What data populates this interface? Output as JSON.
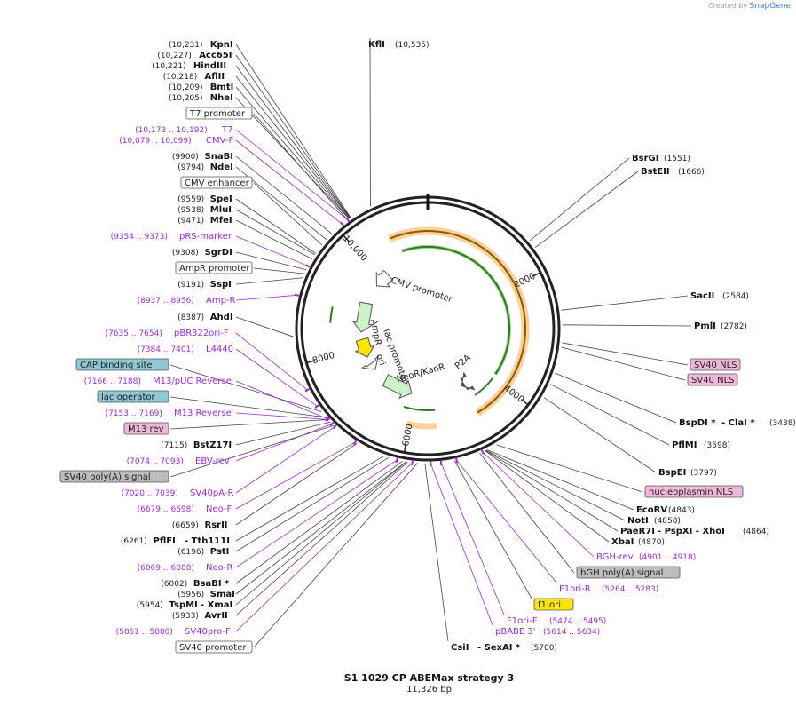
{
  "credit": {
    "prefix": "Created by",
    "brand": "SnapGene"
  },
  "plasmid": {
    "name": "S1 1029 CP ABEMax strategy 3",
    "size_label": "11,326 bp",
    "total_bp": 11326
  },
  "colors": {
    "site_line": "#444444",
    "primer": "#9a2bd6",
    "cds_green": "#58c040",
    "cds_orange": "#ff9a1f",
    "yellow": "#ffe600",
    "gray_feature": "#bdbdbd",
    "blue_feature": "#8ec9d4",
    "pink_feature": "#f0b8d6"
  },
  "ticks": [
    {
      "bp": 2000,
      "label": "2000"
    },
    {
      "bp": 4000,
      "label": "4000"
    },
    {
      "bp": 6000,
      "label": "6000"
    },
    {
      "bp": 8000,
      "label": "8000"
    },
    {
      "bp": 10000,
      "label": "10,000"
    }
  ],
  "sites_left": [
    {
      "num": "(10,231)",
      "name": "KpnI",
      "bp": 10231
    },
    {
      "num": "(10,227)",
      "name": "Acc65I",
      "bp": 10227
    },
    {
      "num": "(10,221)",
      "name": "HindIII",
      "bp": 10221
    },
    {
      "num": "(10,218)",
      "name": "AflII",
      "bp": 10218
    },
    {
      "num": "(10,209)",
      "name": "BmtI",
      "bp": 10209
    },
    {
      "num": "(10,205)",
      "name": "NheI",
      "bp": 10205
    },
    {
      "box": "T7 promoter",
      "style": "white",
      "bp": 10180
    },
    {
      "num": "(10,173 .. 10,192)",
      "name": "T7",
      "primer": true,
      "bp": 10182
    },
    {
      "num": "(10,079 .. 10,099)",
      "name": "CMV-F",
      "primer": true,
      "bp": 10089
    },
    {
      "num": "(9900)",
      "name": "SnaBI",
      "bp": 9900
    },
    {
      "num": "(9794)",
      "name": "NdeI",
      "bp": 9794
    },
    {
      "box": "CMV enhancer",
      "style": "white",
      "bp": 9700
    },
    {
      "num": "(9559)",
      "name": "SpeI",
      "bp": 9559
    },
    {
      "num": "(9538)",
      "name": "MluI",
      "bp": 9538
    },
    {
      "num": "(9471)",
      "name": "MfeI",
      "bp": 9471
    },
    {
      "num": "(9354 .. 9373)",
      "name": "pRS-marker",
      "primer": true,
      "bp": 9363
    },
    {
      "num": "(9308)",
      "name": "SgrDI",
      "bp": 9308
    },
    {
      "box": "AmpR promoter",
      "style": "white",
      "bp": 9250
    },
    {
      "num": "(9191)",
      "name": "SspI",
      "bp": 9191
    },
    {
      "num": "(8937 .. 8956)",
      "name": "Amp-R",
      "primer": true,
      "bp": 8946
    },
    {
      "num": "(8387)",
      "name": "AhdI",
      "bp": 8387
    },
    {
      "num": "(7635 .. 7654)",
      "name": "pBR322ori-F",
      "primer": true,
      "bp": 7644
    },
    {
      "num": "(7384 .. 7401)",
      "name": "L4440",
      "primer": true,
      "bp": 7392
    },
    {
      "box": "CAP binding site",
      "style": "blue",
      "bp": 7300
    },
    {
      "num": "(7166 .. 7188)",
      "name": "M13/pUC Reverse",
      "primer": true,
      "bp": 7177
    },
    {
      "box": "lac operator",
      "style": "blue",
      "bp": 7200
    },
    {
      "num": "(7153 .. 7169)",
      "name": "M13 Reverse",
      "primer": true,
      "bp": 7161
    },
    {
      "box": "M13 rev",
      "style": "pink",
      "bp": 7160
    },
    {
      "num": "(7115)",
      "name": "BstZ17I",
      "bp": 7115
    },
    {
      "num": "(7074 .. 7093)",
      "name": "EBV-rev",
      "primer": true,
      "bp": 7083
    },
    {
      "box": "SV40 poly(A) signal",
      "style": "gray",
      "bp": 7050
    },
    {
      "num": "(7020 .. 7039)",
      "name": "SV40pA-R",
      "primer": true,
      "bp": 7030
    },
    {
      "num": "(6679 .. 6698)",
      "name": "Neo-F",
      "primer": true,
      "bp": 6688
    },
    {
      "num": "(6659)",
      "name": "RsrII",
      "bp": 6659
    },
    {
      "num": "(6261)",
      "name": "PflFI",
      "extra": "- Tth111I",
      "bp": 6261
    },
    {
      "num": "(6196)",
      "name": "PstI",
      "bp": 6196
    },
    {
      "num": "(6069 .. 6088)",
      "name": "Neo-R",
      "primer": true,
      "bp": 6078
    },
    {
      "num": "(6002)",
      "name": "BsaBI *",
      "bp": 6002
    },
    {
      "num": "(5956)",
      "name": "SmaI",
      "bp": 5956
    },
    {
      "num": "(5954)",
      "name": "TspMI",
      "extra": "- XmaI",
      "bp": 5954
    },
    {
      "num": "(5933)",
      "name": "AvrII",
      "bp": 5933
    },
    {
      "num": "(5861 .. 5880)",
      "name": "SV40pro-F",
      "primer": true,
      "bp": 5870
    },
    {
      "box": "SV40 promoter",
      "style": "white",
      "bp": 5800
    }
  ],
  "sites_right": [
    {
      "name": "KflI",
      "num": "(10,535)",
      "bp": 10535
    },
    {
      "name": "BsrGI",
      "num": "(1551)",
      "bp": 1551
    },
    {
      "name": "BstEII",
      "num": "(1666)",
      "bp": 1666
    },
    {
      "name": "SacII",
      "num": "(2584)",
      "bp": 2584
    },
    {
      "name": "PmlI",
      "num": "(2782)",
      "bp": 2782
    },
    {
      "box": "SV40 NLS",
      "style": "pink",
      "bp": 3020
    },
    {
      "box": "SV40 NLS",
      "style": "pink",
      "bp": 3080
    },
    {
      "name": "BspDI *",
      "extra": "- ClaI *",
      "num": "(3438)",
      "bp": 3438
    },
    {
      "name": "PflMI",
      "num": "(3598)",
      "bp": 3598
    },
    {
      "name": "BspEI",
      "num": "(3797)",
      "bp": 3797
    },
    {
      "box": "nucleoplasmin NLS",
      "style": "pink",
      "bp": 4700
    },
    {
      "name": "EcoRV",
      "num": "(4843)",
      "bp": 4843
    },
    {
      "name": "NotI",
      "num": "(4858)",
      "bp": 4858
    },
    {
      "name": "PaeR7I",
      "extra": "- PspXI  - XhoI",
      "num": "(4864)",
      "bp": 4864
    },
    {
      "name": "XbaI",
      "num": "(4870)",
      "bp": 4870
    },
    {
      "name": "BGH-rev",
      "num": "(4901 .. 4918)",
      "primer": true,
      "bp": 4909
    },
    {
      "box": "bGH poly(A) signal",
      "style": "gray",
      "bp": 4950
    },
    {
      "name": "F1ori-R",
      "num": "(5264 .. 5283)",
      "primer": true,
      "bp": 5273
    },
    {
      "box": "f1 ori",
      "style": "yellow",
      "bp": 5300
    },
    {
      "name": "F1ori-F",
      "num": "(5474 .. 5495)",
      "primer": true,
      "bp": 5484
    },
    {
      "name": "pBABE 3'",
      "num": "(5614 .. 5634)",
      "primer": true,
      "bp": 5624
    },
    {
      "name": "CsiI",
      "extra": "- SexAI *",
      "num": "(5700)",
      "bp": 5700
    }
  ],
  "features": [
    {
      "label": "CMV promoter",
      "start": 9750,
      "end": 10180,
      "color": "#ffffff",
      "ring": "inner2",
      "dir": -1
    },
    {
      "label": "AmpR",
      "start": 8400,
      "end": 9200,
      "color": "#ccf2c8",
      "ring": "inner2",
      "dir": -1
    },
    {
      "label": "lac promoter",
      "start": 7300,
      "end": 7500,
      "color": "#ffffff",
      "ring": "inner2",
      "dir": -1
    },
    {
      "label": "ori",
      "start": 7700,
      "end": 8200,
      "color": "#ffe600",
      "ring": "inner2",
      "dir": -1
    },
    {
      "label": "NeoR/KanR",
      "start": 6100,
      "end": 6900,
      "color": "#ccf2c8",
      "ring": "inner2",
      "dir": -1
    },
    {
      "label": "P2A",
      "start": 4620,
      "end": 4700,
      "color": "#7b2b6e",
      "ring": "inner2",
      "dir": 1
    }
  ],
  "feature_labels": [
    {
      "text": "CMV promoter"
    },
    {
      "text": "AmpR"
    },
    {
      "text": "lac promoter"
    },
    {
      "text": "ori"
    },
    {
      "text": "NeoR/KanR"
    },
    {
      "text": "P2A"
    }
  ]
}
